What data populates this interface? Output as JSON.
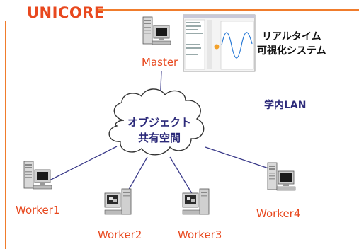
{
  "header": {
    "title": "UNICORE"
  },
  "system_caption": {
    "line1": "リアルタイム",
    "line2": "可視化システム"
  },
  "network": {
    "label": "学内LAN"
  },
  "cloud": {
    "line1": "オブジェクト",
    "line2": "共有空間"
  },
  "nodes": {
    "master": "Master",
    "worker1": "Worker1",
    "worker2": "Worker2",
    "worker3": "Worker3",
    "worker4": "Worker4"
  },
  "colors": {
    "accent": "#e8481e",
    "frame": "#f07c2c",
    "navy": "#2c2a7a",
    "line": "#3b3b8a"
  }
}
